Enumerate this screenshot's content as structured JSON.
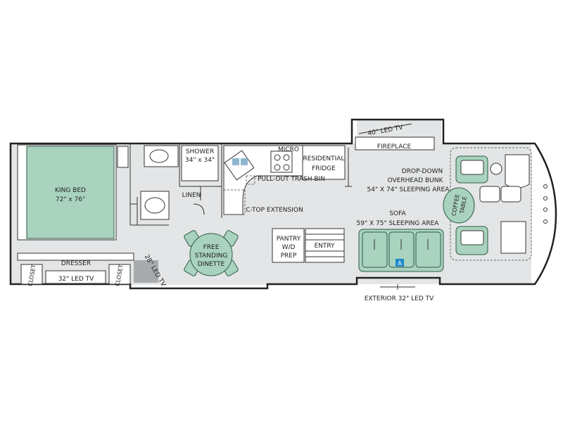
{
  "labels": {
    "king_bed": "KING BED",
    "king_bed_size": "72\" x 76\"",
    "shower": "SHOWER",
    "shower_size": "34\" x 34\"",
    "micro": "MICRO",
    "residential_1": "RESIDENTIAL",
    "fridge": "FRIDGE",
    "led_tv_40": "40\" LED TV",
    "fireplace": "FIREPLACE",
    "drop_down": "DROP-DOWN",
    "overhead_bunk": "OVERHEAD BUNK",
    "bunk_size": "54\" X 74\" SLEEPING AREA",
    "linen": "LINEN",
    "trash_bin": "PULL-OUT TRASH BIN",
    "ctop": "C-TOP EXTENSION",
    "coffee": "COFFEE",
    "table": "TABLE",
    "sofa": "SOFA",
    "sofa_size": "59\" X 75\" SLEEPING AREA",
    "pantry": "PANTRY",
    "wd": "W/D",
    "prep": "PREP",
    "entry": "ENTRY",
    "free": "FREE",
    "standing": "STANDING",
    "dinette": "DINETTE",
    "dresser": "DRESSER",
    "led_tv_32": "32\" LED TV",
    "closet_left": "CLOSET",
    "closet_right": "CLOSET",
    "led_tv_28": "28\" LED TV",
    "exterior_tv": "EXTERIOR 32\" LED TV",
    "marker_a": "A"
  },
  "colors": {
    "floor": "#e3e5e6",
    "furniture_green": "#a9d3bf",
    "marker_blue": "#1f8ac9",
    "wall": "#222222"
  }
}
